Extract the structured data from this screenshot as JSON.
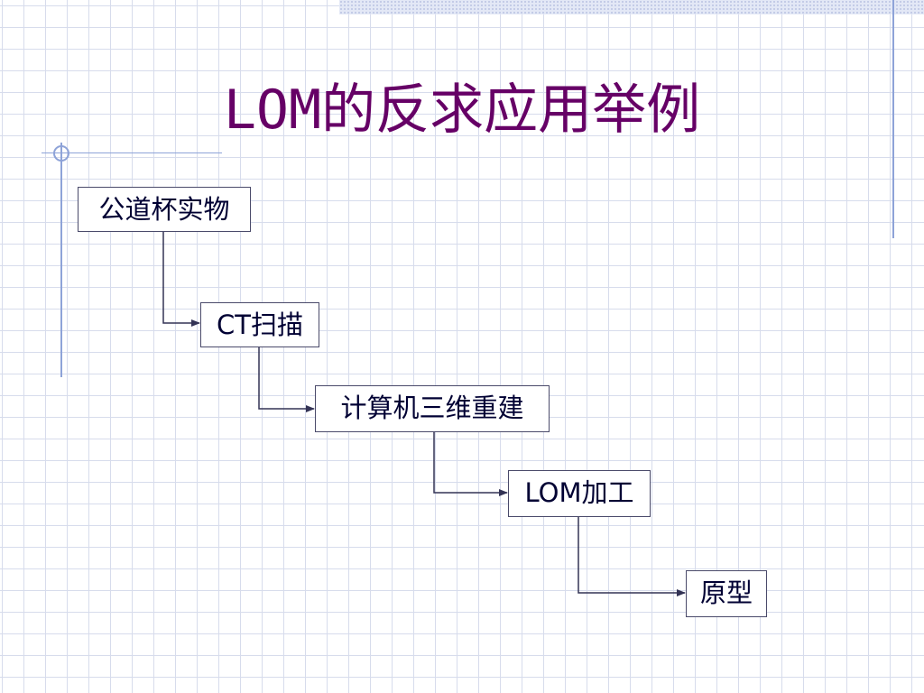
{
  "slide": {
    "title": "LOM的反求应用举例"
  },
  "flow": {
    "steps": [
      {
        "id": "step-1",
        "label": "公道杯实物"
      },
      {
        "id": "step-2",
        "label": "CT扫描"
      },
      {
        "id": "step-3",
        "label": "计算机三维重建"
      },
      {
        "id": "step-4",
        "label": "LOM加工"
      },
      {
        "id": "step-5",
        "label": "原型"
      }
    ],
    "connector_color": "#333355",
    "title_color": "#660066",
    "grid_color": "#d7dcec",
    "accent_color": "#8ea3d8"
  }
}
